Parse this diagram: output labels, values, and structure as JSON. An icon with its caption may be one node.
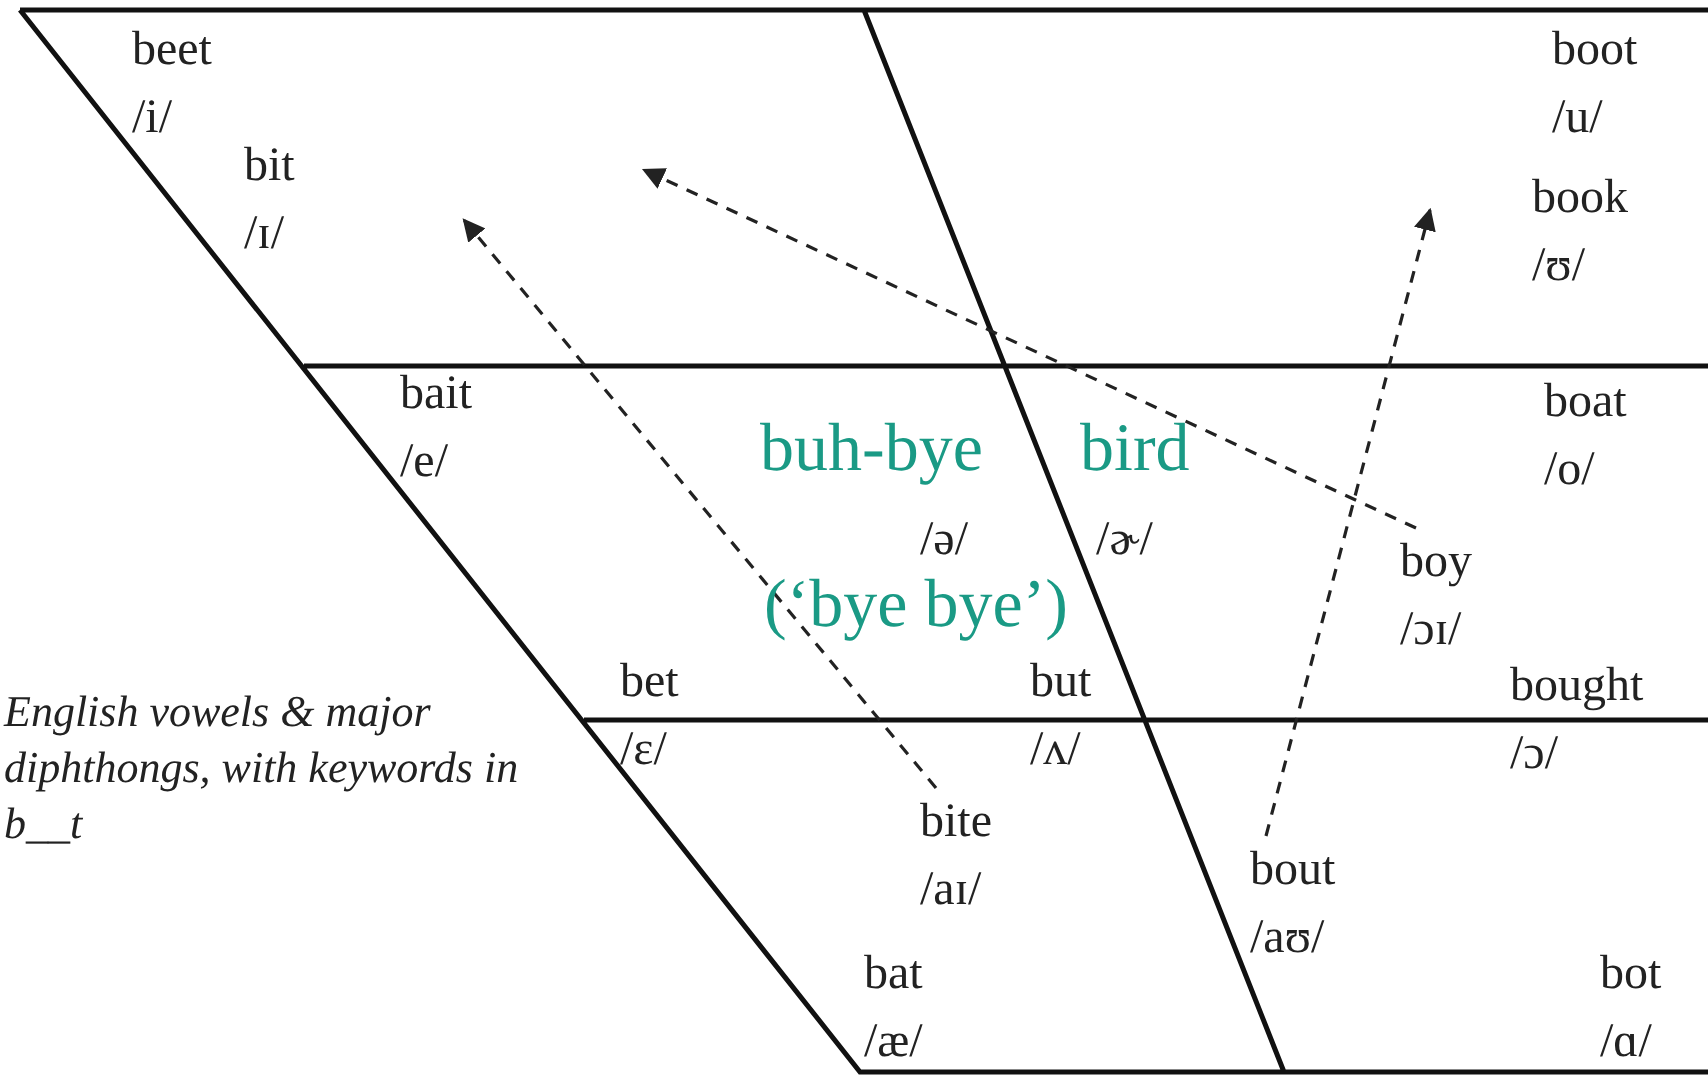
{
  "diagram": {
    "nodes": [
      {
        "text": [
          "beet",
          "/i/"
        ]
      },
      {
        "text": [
          "boot",
          "/u/"
        ]
      },
      {
        "text": [
          "bit",
          "/ɪ/"
        ]
      },
      {
        "text": [
          "book",
          "/ʊ/"
        ]
      },
      {
        "text": [
          "bait",
          "/e/"
        ]
      },
      {
        "text": [
          "boat",
          "/o/"
        ]
      },
      {
        "text": [
          "buh-bye",
          "/ə/",
          "(‘bye bye’)"
        ]
      },
      {
        "text": [
          "bird",
          "/ɚ/"
        ]
      },
      {
        "text": [
          "boy",
          "/ɔɪ/"
        ]
      },
      {
        "text": [
          "bet",
          "/ɛ/"
        ]
      },
      {
        "text": [
          "but",
          "/ʌ/"
        ]
      },
      {
        "text": [
          "bought",
          "/ɔ/"
        ]
      },
      {
        "text": [
          "bite",
          "/aɪ/"
        ]
      },
      {
        "text": [
          "bout",
          "/aʊ/"
        ]
      },
      {
        "text": [
          "bat",
          "/æ/"
        ]
      },
      {
        "text": [
          "bot",
          "/ɑ/"
        ]
      }
    ],
    "edges": [
      {
        "from": 12,
        "to": null,
        "arrow": "to",
        "style": "dashed"
      },
      {
        "from": 8,
        "to": null,
        "arrow": "to",
        "style": "dashed"
      },
      {
        "from": 13,
        "to": null,
        "arrow": "to",
        "style": "dashed"
      }
    ],
    "labels": [
      "English vowels & major diphthongs, with keywords in b__t"
    ]
  }
}
